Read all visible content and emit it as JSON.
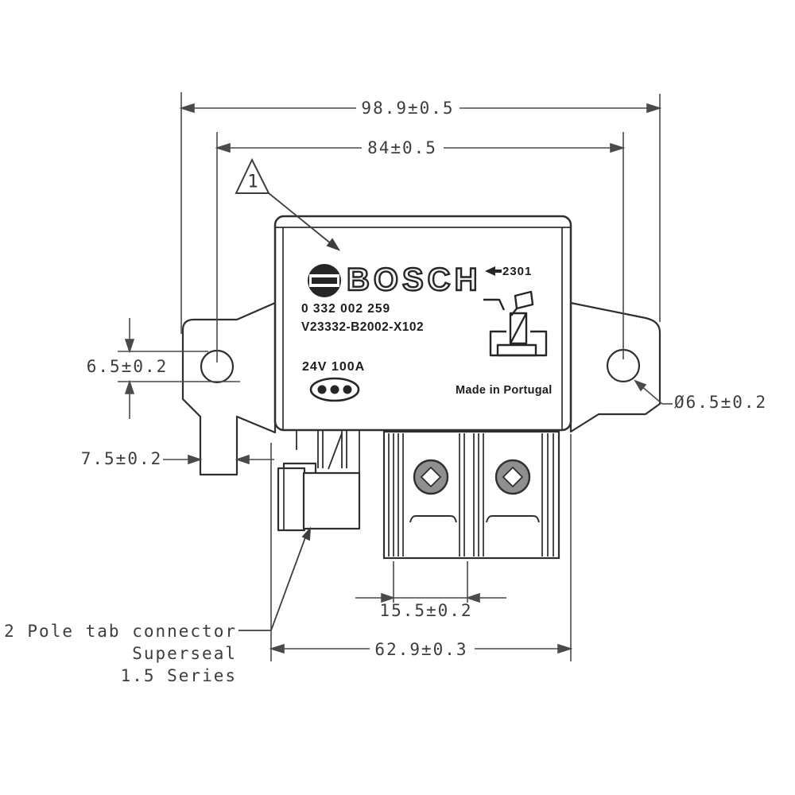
{
  "drawing": {
    "dimensions": {
      "overall_width": "98.9±0.5",
      "mounting_hole_spacing": "84±0.5",
      "mounting_hole_slot_height": "6.5±0.2",
      "bracket_foot_width": "7.5±0.2",
      "mounting_hole_diameter": "Ø6.5±0.2",
      "terminal_spacing": "15.5±0.2",
      "base_width": "62.9±0.3"
    },
    "flag_note": "1",
    "markings": {
      "brand": "BOSCH",
      "part_number": "0 332 002 259",
      "type_number": "V23332-B2002-X102",
      "date_code": "2301",
      "rating": "24V 100A",
      "origin": "Made in Portugal"
    },
    "connector_note": {
      "line1": "2 Pole tab connector",
      "line2": "Superseal",
      "line3": "1.5 Series"
    },
    "colors": {
      "dimension_line": "#4a4a4a",
      "outline": "#2f2f2f",
      "marking_text": "#1c1c1c",
      "background": "#ffffff"
    }
  }
}
